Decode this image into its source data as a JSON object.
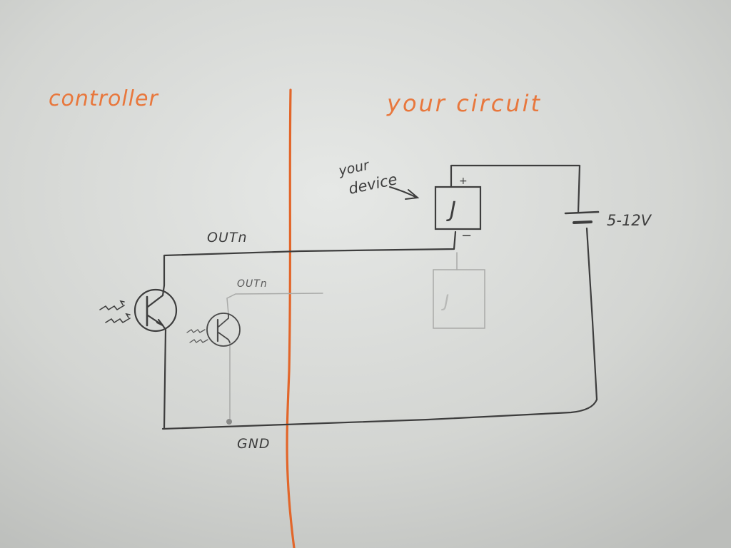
{
  "sections": {
    "left_label": "controller",
    "right_label": "your circuit"
  },
  "labels": {
    "device_line1": "your",
    "device_line2": "device",
    "device_symbol": "J",
    "faint_device_symbol": "J",
    "plus": "+",
    "minus": "−",
    "battery_voltage": "5-12V",
    "out_main": "OUTn",
    "out_faint": "OUTn",
    "ground": "GND"
  },
  "colors": {
    "paper": "#d4d6d3",
    "divider": "#e2662a",
    "heading": "#e8773c",
    "pencil": "#3d3d3d",
    "faint_pencil": "#a9aaa8"
  }
}
